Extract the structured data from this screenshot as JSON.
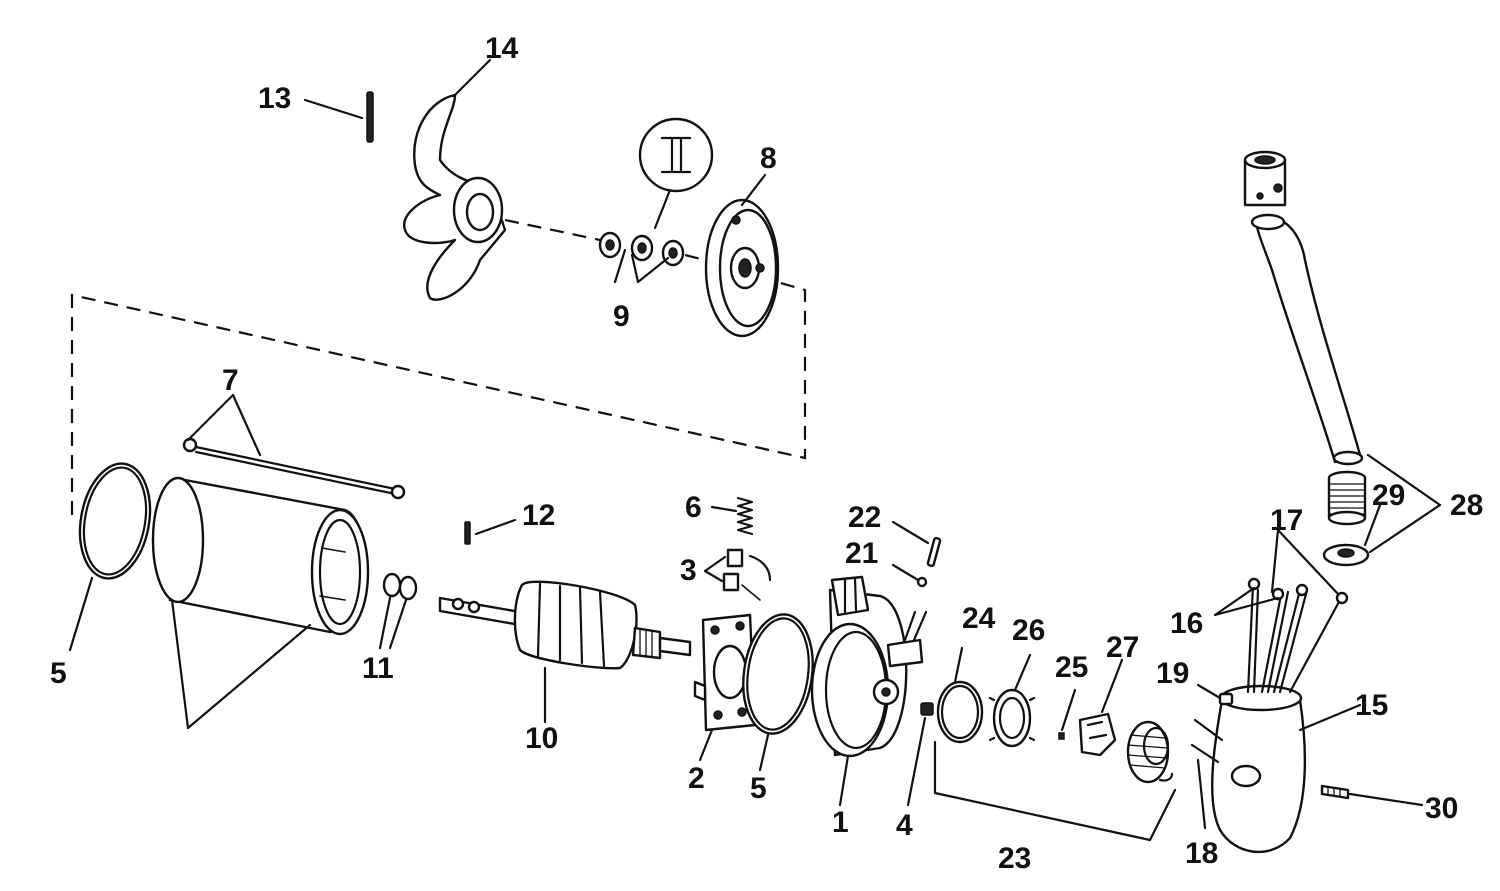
{
  "callouts": {
    "c1": "1",
    "c2": "2",
    "c3": "3",
    "c4": "4",
    "c5a": "5",
    "c5b": "5",
    "c6": "6",
    "c7": "7",
    "c8": "8",
    "c9": "9",
    "c10": "10",
    "c11": "11",
    "c12": "12",
    "c13": "13",
    "c14": "14",
    "c15": "15",
    "c16": "16",
    "c17": "17",
    "c18": "18",
    "c19": "19",
    "c21": "21",
    "c22": "22",
    "c23": "23",
    "c24": "24",
    "c25": "25",
    "c26": "26",
    "c27": "27",
    "c28": "28",
    "c29": "29",
    "c30": "30"
  }
}
